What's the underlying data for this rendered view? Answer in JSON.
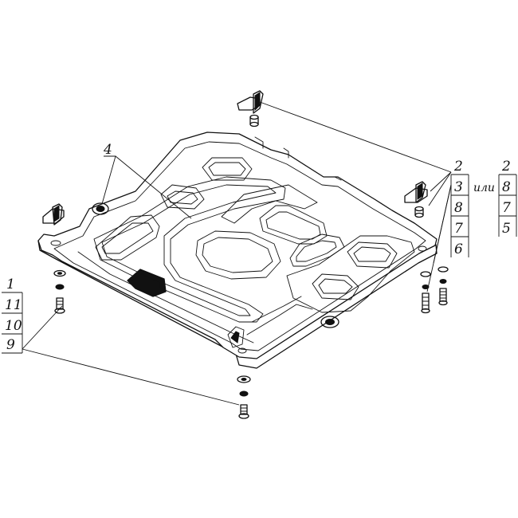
{
  "callouts": {
    "shield": "4",
    "left_stack": [
      "1",
      "11",
      "10",
      "9"
    ],
    "right_stack_a": [
      "2",
      "3",
      "8",
      "7",
      "6"
    ],
    "or_word": "или",
    "right_stack_b": [
      "2",
      "8",
      "7",
      "5"
    ]
  }
}
